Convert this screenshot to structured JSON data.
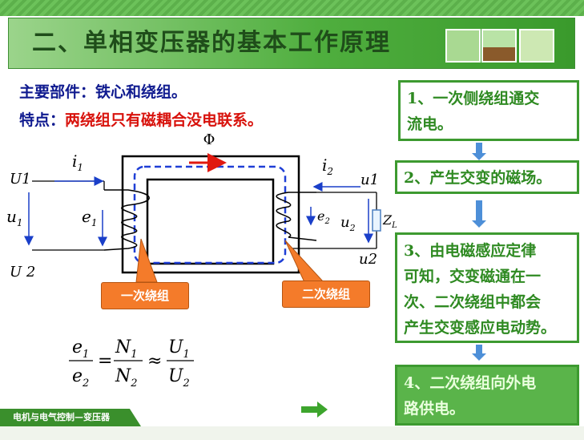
{
  "header": {
    "title": "二、单相变压器的基本工作原理"
  },
  "intro": {
    "parts_label": "主要部件：铁心和绕组。",
    "feature_label": "特点：",
    "feature_value": "两绕组只有磁耦合没电联系。"
  },
  "diagram": {
    "flux": "Φ",
    "i1": "i",
    "i1_sub": "1",
    "i2": "i",
    "i2_sub": "2",
    "U1": "U1",
    "U2": "U 2",
    "u1_left": "u",
    "u1_left_sub": "1",
    "e1": "e",
    "e1_sub": "1",
    "e2": "e",
    "e2_sub": "2",
    "u2_mid": "u",
    "u2_mid_sub": "2",
    "u1_right": "u1",
    "u2_right": "u2",
    "ZL": "Z",
    "ZL_sub": "L",
    "primary_label": "一次绕组",
    "secondary_label": "二次绕组"
  },
  "formula": {
    "e1": "e",
    "e1_sub": "1",
    "e2": "e",
    "e2_sub": "2",
    "N1": "N",
    "N1_sub": "1",
    "N2": "N",
    "N2_sub": "2",
    "U1": "U",
    "U1_sub": "1",
    "U2": "U",
    "U2_sub": "2",
    "eq": "=",
    "approx": "≈"
  },
  "steps": [
    {
      "text_line1": "1、一次侧绕组通交",
      "text_line2": "流电。"
    },
    {
      "text_line1": "2、产生交变的磁场。"
    },
    {
      "text_line1": "3、由电磁感应定律",
      "text_line2": "可知，交变磁通在一",
      "text_line3": "次、二次绕组中都会",
      "text_line4": "产生交变感应电动势。"
    },
    {
      "text_line1": "4、二次绕组向外电",
      "text_line2": "路供电。"
    }
  ],
  "footer": {
    "label": "电机与电气控制—变压器"
  },
  "colors": {
    "title_green": "#4fae3e",
    "step_border": "#3d9a30",
    "arrow_blue": "#4d8fd8",
    "callout_orange": "#f47b2a"
  }
}
